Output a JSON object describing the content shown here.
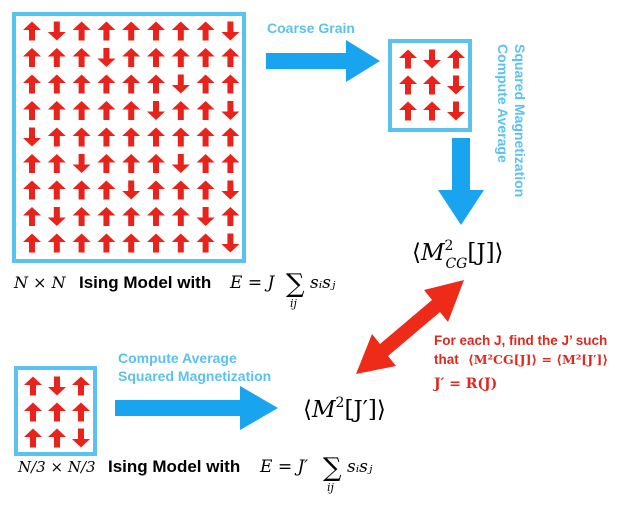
{
  "colors": {
    "spin_arrow": "#e8231b",
    "lattice_frame": "#5bc2f0",
    "flow_arrow": "#18a4ee",
    "mapping_arrow": "#ee2a18",
    "flow_text": "#5bc2f0",
    "note_text": "#e0281d"
  },
  "large_lattice": {
    "size": 9,
    "spins": [
      "UDUUUUUUD",
      "UUUDUUUUU",
      "UUUUUUDUU",
      "UUUUUDUUD",
      "DUUUUUUUU",
      "UUDUUUDUU",
      "UUUUDUUUD",
      "UDUUUUUDU",
      "UUUUUUUUD"
    ]
  },
  "coarse_lattice": {
    "size": 3,
    "spins": [
      "UDU",
      "UUD",
      "UUD"
    ]
  },
  "small_lattice": {
    "size": 3,
    "spins": [
      "UDU",
      "UUU",
      "UUD"
    ]
  },
  "labels": {
    "coarse_grain": "Coarse Grain",
    "compute_vertical_line1": "Compute Average",
    "compute_vertical_line2": "Squared Magnetization",
    "compute_horizontal_line1": "Compute Average",
    "compute_horizontal_line2": "Squared Magnetization"
  },
  "equations": {
    "m_cg_open": "⟨",
    "m_cg_M": "M",
    "m_cg_sup": "2",
    "m_cg_sub": "CG",
    "m_cg_rest": "[J]⟩",
    "m2_open": "⟨",
    "m2_M": "M",
    "m2_sup": "2",
    "m2_rest": "[J′]⟩"
  },
  "large_caption": {
    "size_expr": "N × N",
    "text": "Ising Model with",
    "energy_lhs": "E = J",
    "sum_symbol": "∑",
    "sum_index": "ij",
    "term": "sᵢsⱼ"
  },
  "small_caption": {
    "size_expr": "N/3 × N/3",
    "text": "Ising Model with",
    "energy_lhs": "E = J′",
    "sum_symbol": "∑",
    "sum_index": "ij",
    "term": "sᵢsⱼ"
  },
  "mapping_note": {
    "line1": "For each J, find the J’ such",
    "line2_prefix": "that",
    "line2_math": "⟨M²CG[J]⟩ = ⟨M²[J′]⟩",
    "line3": "J′ = R(J)"
  }
}
